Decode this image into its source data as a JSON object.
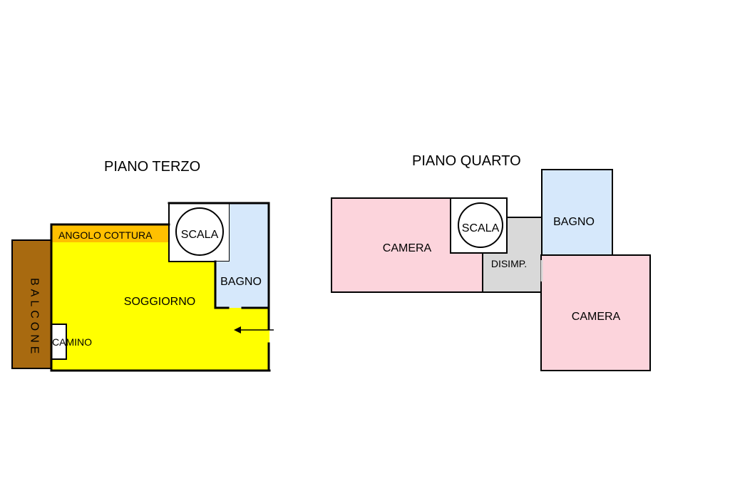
{
  "floors": {
    "third": {
      "title": "PIANO TERZO",
      "rooms": {
        "balcony": "BALCONE",
        "kitchen_corner": "ANGOLO COTTURA",
        "stairs": "SCALA",
        "bathroom": "BAGNO",
        "living_room": "SOGGIORNO",
        "fireplace": "CAMINO"
      }
    },
    "fourth": {
      "title": "PIANO QUARTO",
      "rooms": {
        "bedroom_1": "CAMERA",
        "stairs": "SCALA",
        "landing": "DISIMP.",
        "bathroom": "BAGNO",
        "bedroom_2": "CAMERA"
      }
    }
  },
  "colors": {
    "living": "#ffff00",
    "kitchen": "#ffc000",
    "balcony": "#a86a10",
    "bathroom": "#d6e8fb",
    "bedroom": "#fcd4dc",
    "landing": "#d9d9d9",
    "wall": "#000000",
    "background": "#ffffff"
  }
}
